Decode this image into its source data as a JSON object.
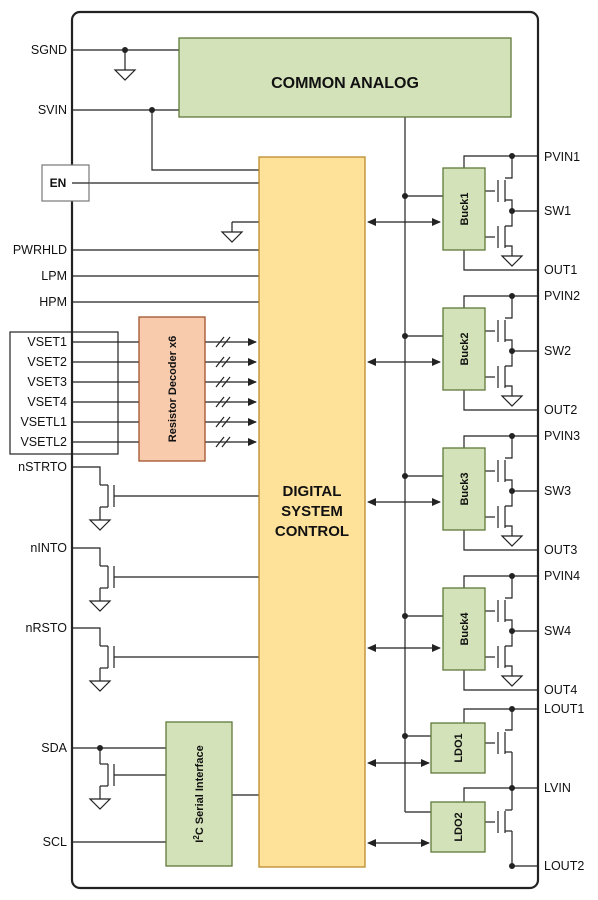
{
  "blocks": {
    "common_analog": "COMMON ANALOG",
    "digital_line1": "DIGITAL",
    "digital_line2": "SYSTEM",
    "digital_line3": "CONTROL",
    "resistor_decoder": "Resistor Decoder x6",
    "i2c_i": "I",
    "i2c_sup": "2",
    "i2c_rest": "C Serial Interface",
    "buck1": "Buck1",
    "buck2": "Buck2",
    "buck3": "Buck3",
    "buck4": "Buck4",
    "ldo1": "LDO1",
    "ldo2": "LDO2",
    "en_box": "EN"
  },
  "left_pins": {
    "sgnd": "SGND",
    "svin": "SVIN",
    "pwrhld": "PWRHLD",
    "lpm": "LPM",
    "hpm": "HPM",
    "vset1": "VSET1",
    "vset2": "VSET2",
    "vset3": "VSET3",
    "vset4": "VSET4",
    "vsetl1": "VSETL1",
    "vsetl2": "VSETL2",
    "nstrto": "nSTRTO",
    "ninto": "nINTO",
    "nrsto": "nRSTO",
    "sda": "SDA",
    "scl": "SCL"
  },
  "right_pins": {
    "pvin1": "PVIN1",
    "sw1": "SW1",
    "out1": "OUT1",
    "pvin2": "PVIN2",
    "sw2": "SW2",
    "out2": "OUT2",
    "pvin3": "PVIN3",
    "sw3": "SW3",
    "out3": "OUT3",
    "pvin4": "PVIN4",
    "sw4": "SW4",
    "out4": "OUT4",
    "lout1": "LOUT1",
    "lvin": "LVIN",
    "lout2": "LOUT2"
  },
  "colors": {
    "green_fill": "#D3E2B8",
    "green_stroke": "#5F7A3A",
    "yellow_fill": "#FFE299",
    "yellow_stroke": "#B88A2A",
    "orange_fill": "#F8CBAD",
    "orange_stroke": "#A0522D",
    "line": "#222222"
  }
}
